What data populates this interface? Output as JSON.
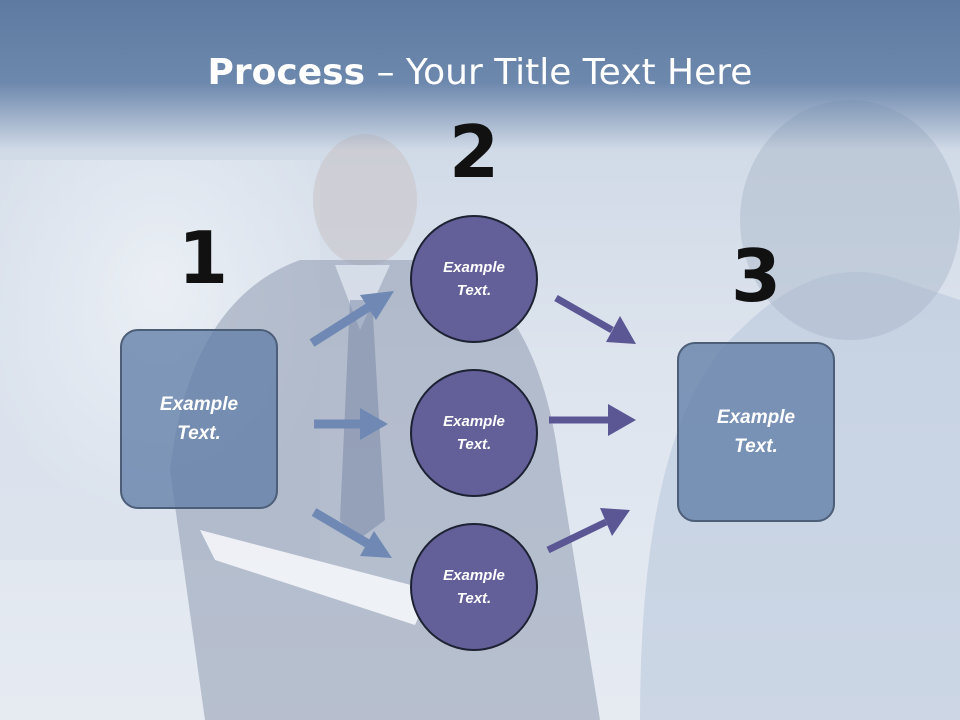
{
  "title": {
    "bold": "Process",
    "rest": " – Your Title Text Here"
  },
  "steps": {
    "one": {
      "number": "1",
      "box_text": "Example\nText."
    },
    "two": {
      "number": "2",
      "circles": [
        "Example\nText.",
        "Example\nText.",
        "Example\nText."
      ]
    },
    "three": {
      "number": "3",
      "box_text": "Example\nText."
    }
  },
  "colors": {
    "box_fill": "#627fa8",
    "circle_fill": "#635f98",
    "arrow_left": "#6f89b4",
    "arrow_right": "#5a5794"
  }
}
